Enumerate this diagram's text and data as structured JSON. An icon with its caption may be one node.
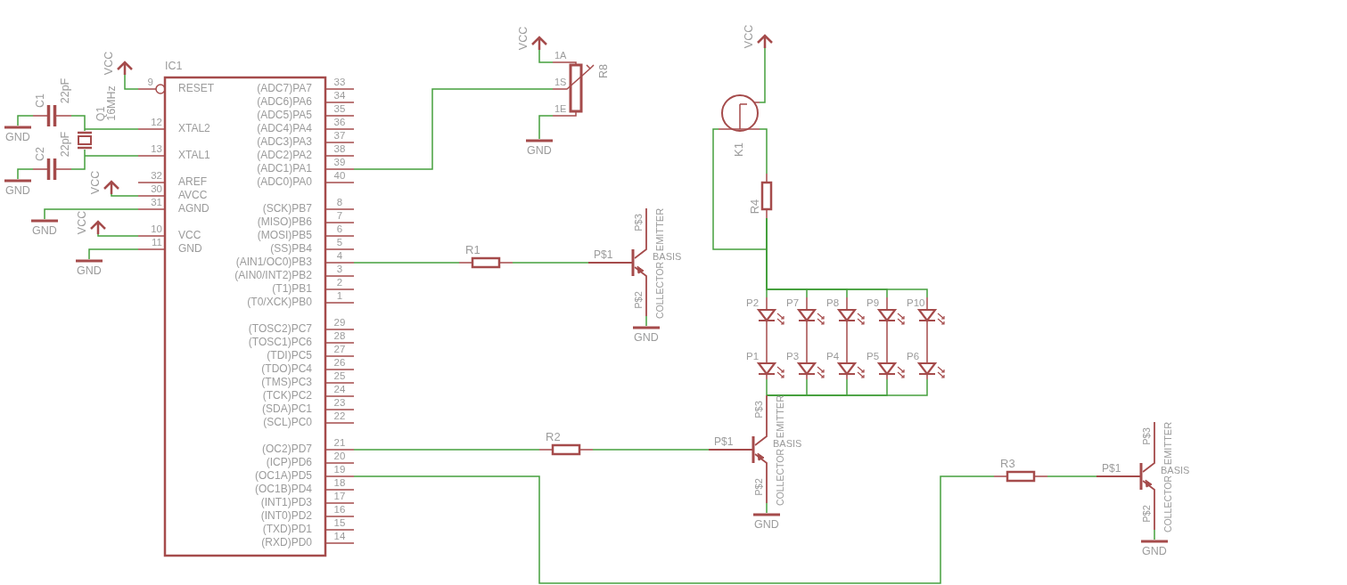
{
  "diagram": {
    "nodes": [
      {
        "text": [
          "VCC"
        ]
      },
      {
        "text": [
          "IC1",
          "RESET",
          "XTAL2",
          "XTAL1",
          "AREF",
          "AVCC",
          "AGND",
          "VCC",
          "GND",
          "(ADC7)PA7",
          "(ADC6)PA6",
          "(ADC5)PA5",
          "(ADC4)PA4",
          "(ADC3)PA3",
          "(ADC2)PA2",
          "(ADC1)PA1",
          "(ADC0)PA0",
          "(SCK)PB7",
          "(MISO)PB6",
          "(MOSI)PB5",
          "(SS)PB4",
          "(AIN1/OC0)PB3",
          "(AIN0/INT2)PB2",
          "(T1)PB1",
          "(T0/XCK)PB0",
          "(TOSC2)PC7",
          "(TOSC1)PC6",
          "(TDI)PC5",
          "(TDO)PC4",
          "(TMS)PC3",
          "(TCK)PC2",
          "(SDA)PC1",
          "(SCL)PC0",
          "(OC2)PD7",
          "(ICP)PD6",
          "(OC1A)PD5",
          "(OC1B)PD4",
          "(INT1)PD3",
          "(INT0)PD2",
          "(TXD)PD1",
          "(RXD)PD0"
        ],
        "beside": [
          "9",
          "12",
          "13",
          "32",
          "30",
          "31",
          "10",
          "11",
          "33",
          "34",
          "35",
          "36",
          "37",
          "38",
          "39",
          "40",
          "8",
          "7",
          "6",
          "5",
          "4",
          "3",
          "2",
          "1",
          "29",
          "28",
          "27",
          "26",
          "25",
          "24",
          "23",
          "22",
          "21",
          "20",
          "19",
          "18",
          "17",
          "16",
          "15",
          "14"
        ]
      },
      {
        "text": [
          "C1",
          "22pF"
        ]
      },
      {
        "text": [
          "GND"
        ]
      },
      {
        "text": [
          "Q1",
          "16MHz"
        ]
      },
      {
        "text": [
          "C2",
          "22pF"
        ]
      },
      {
        "text": [
          "GND"
        ]
      },
      {
        "text": [
          "VCC"
        ]
      },
      {
        "text": [
          "GND"
        ]
      },
      {
        "text": [
          "VCC"
        ]
      },
      {
        "text": [
          "GND"
        ]
      },
      {
        "text": [
          "VCC"
        ]
      },
      {
        "text": [
          "R8",
          "1A",
          "1S",
          "1E"
        ]
      },
      {
        "text": [
          "GND"
        ]
      },
      {
        "text": [
          "R1"
        ]
      },
      {
        "text": [
          "P$3",
          "EMITTER",
          "P$1",
          "BASIS",
          "COLLECTOR",
          "P$2"
        ]
      },
      {
        "text": [
          "GND"
        ]
      },
      {
        "text": [
          "VCC"
        ]
      },
      {
        "text": [
          "K1"
        ]
      },
      {
        "text": [
          "R4"
        ]
      },
      {
        "text": [
          "P2"
        ]
      },
      {
        "text": [
          "P7"
        ]
      },
      {
        "text": [
          "P8"
        ]
      },
      {
        "text": [
          "P9"
        ]
      },
      {
        "text": [
          "P10"
        ]
      },
      {
        "text": [
          "P1"
        ]
      },
      {
        "text": [
          "P3"
        ]
      },
      {
        "text": [
          "P4"
        ]
      },
      {
        "text": [
          "P5"
        ]
      },
      {
        "text": [
          "P6"
        ]
      },
      {
        "text": [
          "R2"
        ]
      },
      {
        "text": [
          "P$3",
          "EMITTER",
          "P$1",
          "BASIS",
          "COLLECTOR",
          "P$2"
        ]
      },
      {
        "text": [
          "GND"
        ]
      },
      {
        "text": [
          "R3"
        ]
      },
      {
        "text": [
          "P$3",
          "EMITTER",
          "P$1",
          "BASIS",
          "COLLECTOR",
          "P$2"
        ]
      },
      {
        "text": [
          "GND"
        ]
      }
    ],
    "edges": [
      {
        "from": 0,
        "to": 1,
        "arrow": "none"
      },
      {
        "from": 2,
        "to": 3,
        "arrow": "none"
      },
      {
        "from": 2,
        "to": 4,
        "arrow": "none"
      },
      {
        "from": 4,
        "to": 1,
        "arrow": "none"
      },
      {
        "from": 4,
        "to": 1,
        "arrow": "none"
      },
      {
        "from": 5,
        "to": 6,
        "arrow": "none"
      },
      {
        "from": 5,
        "to": 4,
        "arrow": "none"
      },
      {
        "from": 7,
        "to": 1,
        "arrow": "none"
      },
      {
        "from": 8,
        "to": 1,
        "arrow": "none"
      },
      {
        "from": 9,
        "to": 1,
        "arrow": "none"
      },
      {
        "from": 10,
        "to": 1,
        "arrow": "none"
      },
      {
        "from": 11,
        "to": 12,
        "arrow": "none"
      },
      {
        "from": 1,
        "to": 12,
        "arrow": "none"
      },
      {
        "from": 13,
        "to": 12,
        "arrow": "none"
      },
      {
        "from": 1,
        "to": 14,
        "arrow": "none"
      },
      {
        "from": 14,
        "to": 15,
        "arrow": "none"
      },
      {
        "from": 15,
        "to": 16,
        "arrow": "none"
      },
      {
        "from": 17,
        "to": 18,
        "arrow": "none"
      },
      {
        "from": 18,
        "to": 19,
        "arrow": "none"
      },
      {
        "from": 18,
        "to": 19,
        "arrow": "none"
      },
      {
        "from": 19,
        "to": 20,
        "arrow": "none"
      },
      {
        "from": 19,
        "to": 21,
        "arrow": "none"
      },
      {
        "from": 19,
        "to": 22,
        "arrow": "none"
      },
      {
        "from": 19,
        "to": 23,
        "arrow": "none"
      },
      {
        "from": 19,
        "to": 24,
        "arrow": "none"
      },
      {
        "from": 20,
        "to": 25,
        "arrow": "none",
        "color": "#a54b4b"
      },
      {
        "from": 21,
        "to": 26,
        "arrow": "none",
        "color": "#a54b4b"
      },
      {
        "from": 22,
        "to": 27,
        "arrow": "none",
        "color": "#a54b4b"
      },
      {
        "from": 23,
        "to": 28,
        "arrow": "none",
        "color": "#a54b4b"
      },
      {
        "from": 24,
        "to": 29,
        "arrow": "none",
        "color": "#a54b4b"
      },
      {
        "from": 25,
        "to": 31,
        "arrow": "none"
      },
      {
        "from": 26,
        "to": 31,
        "arrow": "none"
      },
      {
        "from": 27,
        "to": 31,
        "arrow": "none"
      },
      {
        "from": 28,
        "to": 31,
        "arrow": "none"
      },
      {
        "from": 29,
        "to": 31,
        "arrow": "none"
      },
      {
        "from": 1,
        "to": 30,
        "arrow": "none"
      },
      {
        "from": 30,
        "to": 31,
        "arrow": "none"
      },
      {
        "from": 31,
        "to": 32,
        "arrow": "none"
      },
      {
        "from": 1,
        "to": 33,
        "arrow": "none"
      },
      {
        "from": 33,
        "to": 34,
        "arrow": "none"
      },
      {
        "from": 34,
        "to": 35,
        "arrow": "none"
      }
    ]
  }
}
